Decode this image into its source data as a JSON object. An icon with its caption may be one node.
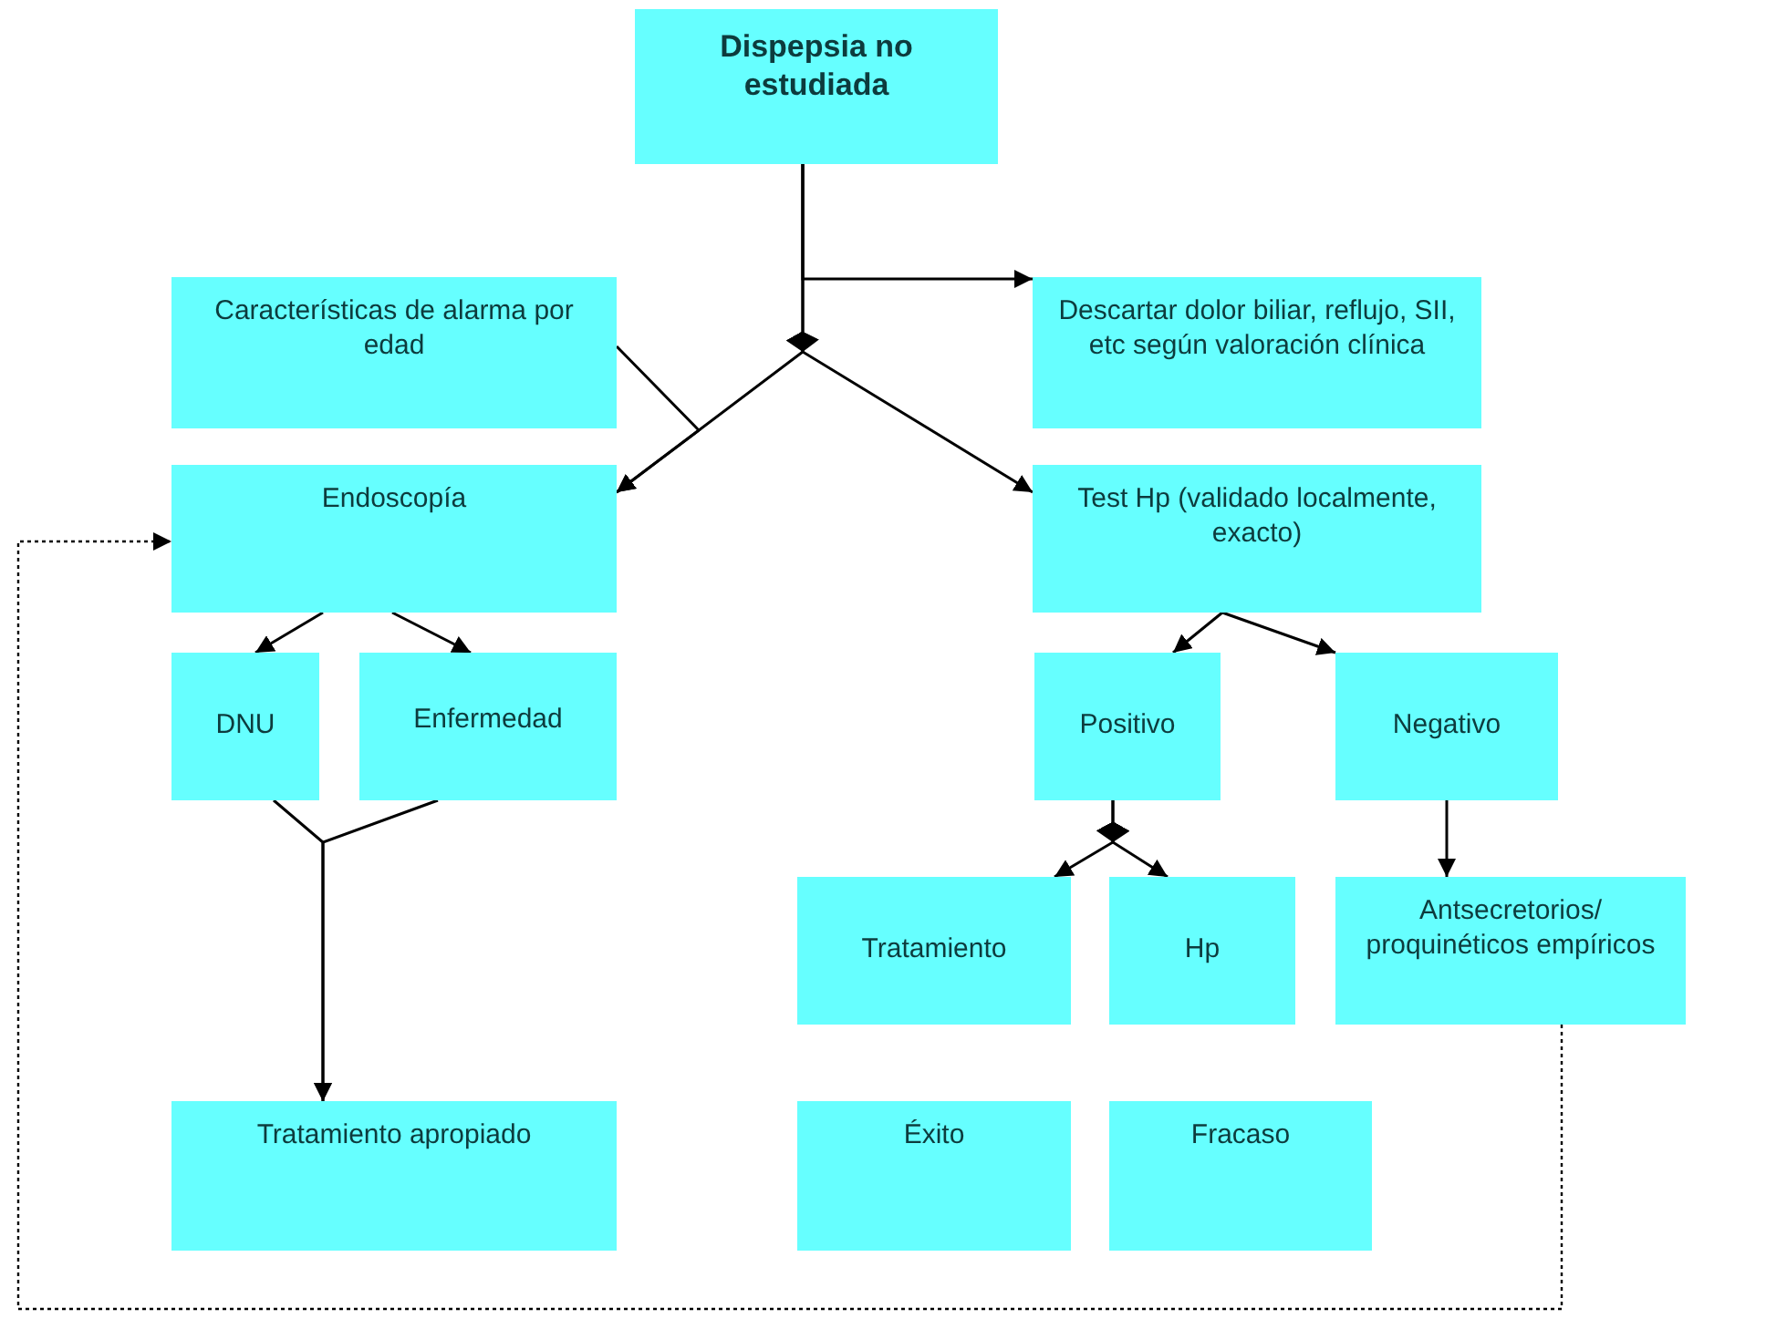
{
  "diagram": {
    "nodes": [
      {
        "text": [
          "Dispepsia no estudiada"
        ]
      },
      {
        "text": [
          "Características de alarma por edad"
        ]
      },
      {
        "text": [
          "Descartar dolor biliar, reflujo, SII, etc según valoración clínica"
        ]
      },
      {
        "text": [
          "Endoscopía"
        ]
      },
      {
        "text": [
          "Test Hp (validado localmente, exacto)"
        ]
      },
      {
        "text": [
          "DNU"
        ]
      },
      {
        "text": [
          "Enfermedad"
        ]
      },
      {
        "text": [
          "Positivo"
        ]
      },
      {
        "text": [
          "Negativo"
        ]
      },
      {
        "text": [
          "Tratamiento"
        ]
      },
      {
        "text": [
          "Hp"
        ]
      },
      {
        "text": [
          "Antsecretorios/ proquinéticos empíricos"
        ]
      },
      {
        "text": [
          "Tratamiento apropiado"
        ]
      },
      {
        "text": [
          "Éxito"
        ]
      },
      {
        "text": [
          "Fracaso"
        ]
      }
    ],
    "edges": [
      {
        "from": 0,
        "to": 2,
        "arrow": "to"
      },
      {
        "from": 0,
        "to": 3,
        "arrow": "to"
      },
      {
        "from": 0,
        "to": 4,
        "arrow": "to"
      },
      {
        "from": 1,
        "to": 3,
        "arrow": "to"
      },
      {
        "from": 3,
        "to": 5,
        "arrow": "to"
      },
      {
        "from": 3,
        "to": 6,
        "arrow": "to"
      },
      {
        "from": 5,
        "to": 12,
        "arrow": "to"
      },
      {
        "from": 6,
        "to": 12,
        "arrow": "to"
      },
      {
        "from": 4,
        "to": 7,
        "arrow": "to"
      },
      {
        "from": 4,
        "to": 8,
        "arrow": "to"
      },
      {
        "from": 7,
        "to": 9,
        "arrow": "to"
      },
      {
        "from": 7,
        "to": 10,
        "arrow": "to"
      },
      {
        "from": 8,
        "to": 11,
        "arrow": "to"
      },
      {
        "from": 11,
        "to": 3,
        "arrow": "to",
        "style": "dashed"
      }
    ]
  }
}
